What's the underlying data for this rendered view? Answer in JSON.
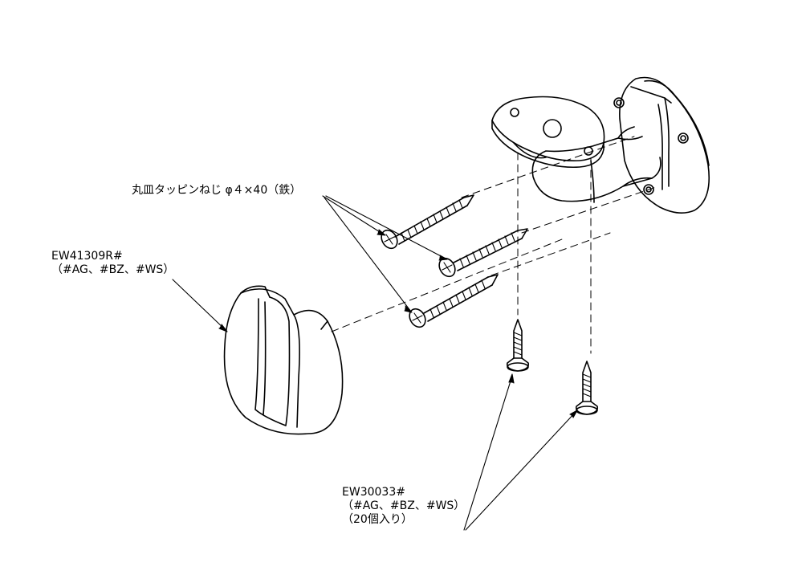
{
  "labels": {
    "screw_spec": "丸皿タッピンねじ φ４×40（鉄）",
    "cover_part_number": "EW41309R#",
    "cover_variants": "（#AG、#BZ、#WS）",
    "small_screw_part_number": "EW30033#",
    "small_screw_variants": "（#AG、#BZ、#WS）",
    "small_screw_quantity": "（20個入り）"
  },
  "colors": {
    "line": "#000000",
    "background": "#ffffff"
  }
}
